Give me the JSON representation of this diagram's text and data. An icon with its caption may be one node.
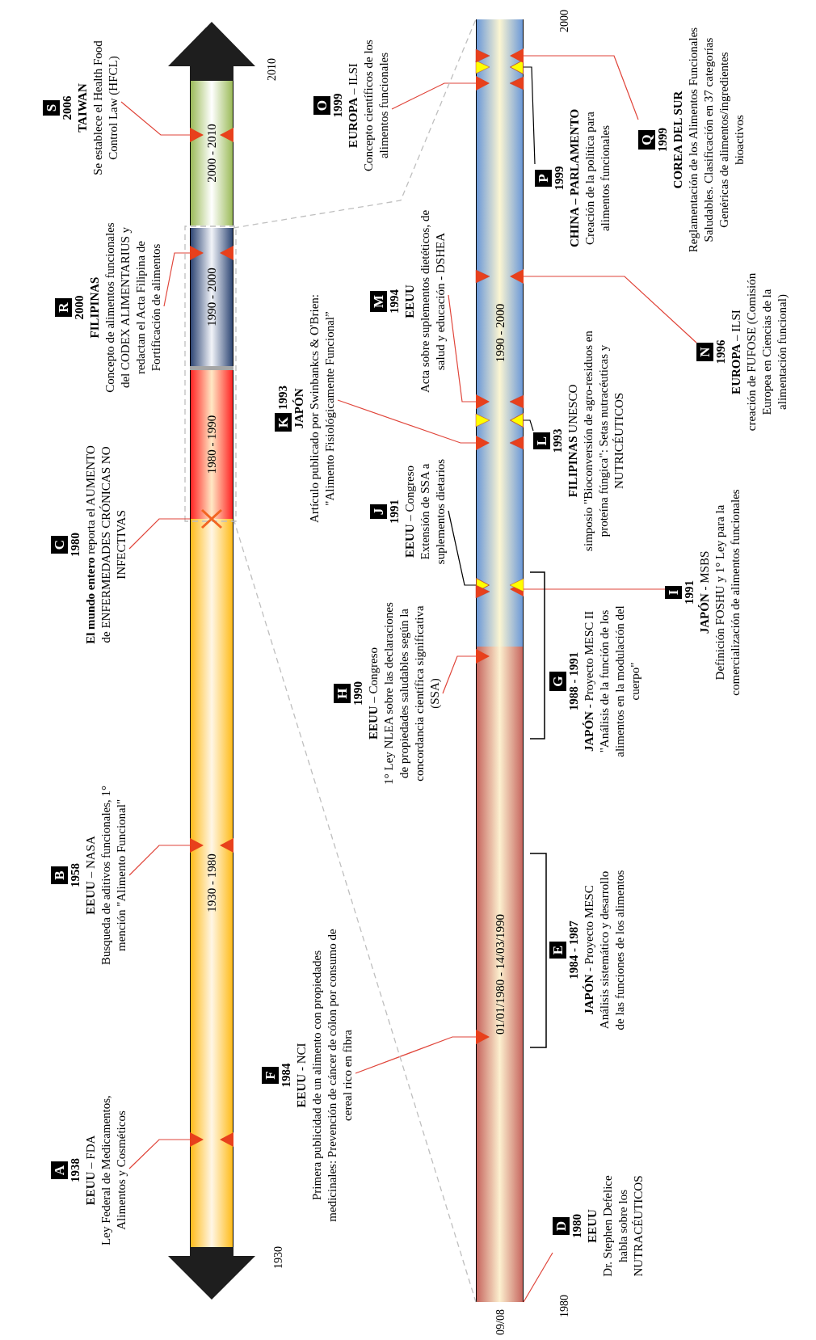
{
  "diagram": {
    "nodes": [
      {
        "text": [
          "1930 - 1980"
        ]
      },
      {
        "text": [
          "1980 - 1990"
        ]
      },
      {
        "text": [
          "1990 - 2000"
        ]
      },
      {
        "text": [
          "2000 - 2010"
        ]
      },
      {
        "text": [
          "01/01/1980 - 14/03/1990"
        ],
        "beside": [
          "09/08"
        ]
      },
      {
        "text": [
          "1990 - 2000"
        ]
      },
      {
        "text": [
          "A",
          "1938",
          "**EEUU** – FDA",
          "Ley Federal de Medicamentos, Alimentos y Cosméticos"
        ]
      },
      {
        "text": [
          "B",
          "1958",
          "**EEUU** – NASA",
          "Busqueda de aditivos funcionales, 1° mención \"Alimento Funcional\""
        ]
      },
      {
        "text": [
          "C",
          "1980",
          "**El mundo entero** reporta el AUMENTO de ENFERMEDADES CRÓNICAS NO INFECTIVAS"
        ]
      },
      {
        "text": [
          "D",
          "1980",
          "EEUU",
          "Dr. Stephen Defelice habla sobre los NUTRACÉUTICOS"
        ]
      },
      {
        "text": [
          "E",
          "1984 - 1987",
          "**JAPÓN** - Proyecto MESC",
          "Análisis sistemático y desarrollo de las funciones de los alimentos"
        ]
      },
      {
        "text": [
          "F",
          "1984",
          "**EEUU** - NCI",
          "Primera publicidad de un alimento con propiedades medicinales: Prevención de cáncer de cólon por consumo de cereal rico en fibra"
        ]
      },
      {
        "text": [
          "G",
          "1988 - 1991",
          "**JAPÓN** - Proyecto MESC II",
          "\"Análisis de la función de los alimentos en la modulación del cuerpo\""
        ]
      },
      {
        "text": [
          "H",
          "1990",
          "**EEUU** – Congreso",
          "1° Ley NLEA sobre las declaraciones de propiedades saludables según la concordancia científica significativa (SSA)"
        ]
      },
      {
        "text": [
          "I",
          "1991",
          "**JAPÓN** - MSBS",
          "Definición FOSHU y 1° Ley para la comercialización de alimentos funcionales"
        ]
      },
      {
        "text": [
          "J",
          "1991",
          "**EEUU** – Congreso",
          "Extensión de SSA a suplementos dietarios"
        ]
      },
      {
        "text": [
          "K",
          "1993",
          "JAPÓN",
          "Artículo publicado por Swinbankcs & O'Brien: \"Alimento Fisiológicamente Funcional”"
        ]
      },
      {
        "text": [
          "L",
          "1993",
          "**FILIPINAS** UNESCO",
          "simposio \"Bioconversión de agro-residuos en proteína fúngica\": Setas nutracéuticas y NUTRICÉUTICOS"
        ]
      },
      {
        "text": [
          "M",
          "1994",
          "EEUU",
          "Acta sobre suplementos dietéticos, de salud y educación - DSHEA"
        ]
      },
      {
        "text": [
          "N",
          "1996",
          "**EUROPA** – ILSI",
          "creación de FUFOSE (Comisión Europea en Ciencias de la alimentación funcional)"
        ]
      },
      {
        "text": [
          "O",
          "1999",
          "**EUROPA** – ILSI",
          "Concepto científicos de los alimentos funcionales"
        ]
      },
      {
        "text": [
          "P",
          "1999",
          "CHINA – PARLAMENTO",
          "Creación de la política para alimentos funcionales"
        ]
      },
      {
        "text": [
          "Q",
          "1999",
          "COREA DEL SUR",
          "Reglamentación de los Alimentos Funcionales Saludables. Clasificación en 37 categorías Genéricas de alimentos/ingredientes bioactivos"
        ]
      },
      {
        "text": [
          "R",
          "2000",
          "FILIPINAS",
          "Concepto de alimentos funcionales del CODEX ALIMENTARIUS y redactan el Acta Filipina de Fortificación de alimentos"
        ]
      },
      {
        "text": [
          "S",
          "2006",
          "TAIWAN",
          "Se establece el Health Food Control Law (HFCL)"
        ]
      }
    ],
    "edges": [
      {
        "from": 6,
        "to": 0,
        "arrow": "to"
      },
      {
        "from": 7,
        "to": 0,
        "arrow": "to"
      },
      {
        "from": 8,
        "to": 1,
        "arrow": "none"
      },
      {
        "from": 23,
        "to": 2,
        "arrow": "to"
      },
      {
        "from": 24,
        "to": 3,
        "arrow": "to"
      },
      {
        "from": 9,
        "to": 4,
        "arrow": "none"
      },
      {
        "from": 11,
        "to": 4,
        "arrow": "to"
      },
      {
        "from": 13,
        "to": 4,
        "arrow": "to"
      },
      {
        "from": 14,
        "to": 5,
        "arrow": "to"
      },
      {
        "from": 15,
        "to": 5,
        "arrow": "to",
        "color": "#000000"
      },
      {
        "from": 16,
        "to": 5,
        "arrow": "to"
      },
      {
        "from": 17,
        "to": 5,
        "arrow": "to",
        "color": "#000000"
      },
      {
        "from": 18,
        "to": 5,
        "arrow": "to"
      },
      {
        "from": 19,
        "to": 5,
        "arrow": "to"
      },
      {
        "from": 20,
        "to": 5,
        "arrow": "to"
      },
      {
        "from": 21,
        "to": 5,
        "arrow": "to",
        "color": "#000000"
      },
      {
        "from": 22,
        "to": 5,
        "arrow": "to"
      },
      {
        "from": 1,
        "to": 4,
        "arrow": "none",
        "style": "dashed",
        "color": "#bfbfbf"
      },
      {
        "from": 2,
        "to": 5,
        "arrow": "none",
        "style": "dashed",
        "color": "#bfbfbf"
      }
    ],
    "labels": [
      "2010",
      "1930",
      "2000",
      "1980"
    ]
  }
}
